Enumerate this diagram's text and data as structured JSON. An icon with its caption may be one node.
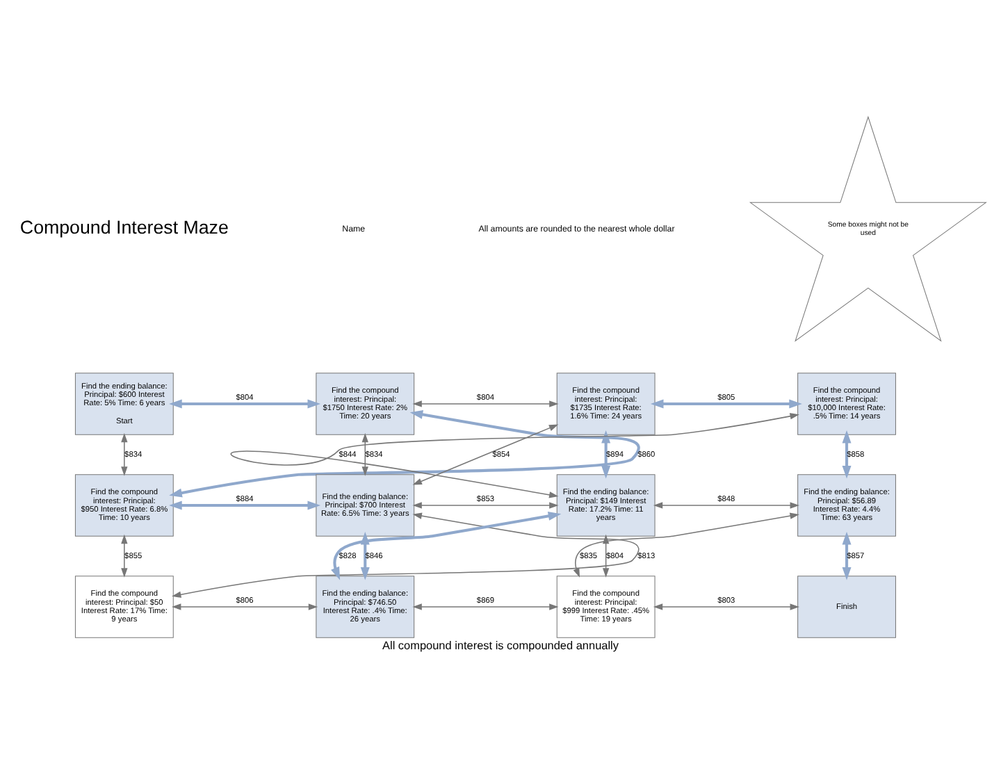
{
  "diagram": {
    "title": "Compound Interest Maze",
    "caption": "All compound interest is compounded annually",
    "nodes": [
      {
        "text": [
          "Find the ending balance: Principal: $600 Interest Rate: 5% Time: 6 years",
          "Start"
        ]
      },
      {
        "text": [
          "Find the compound interest: Principal: $1750 Interest Rate: 2% Time: 20 years"
        ]
      },
      {
        "text": [
          "Find the compound interest: Principal: $1735 Interest Rate: 1.6% Time: 24 years"
        ]
      },
      {
        "text": [
          "Find the compound interest: Principal: $10,000 Interest Rate: .5% Time: 14 years"
        ]
      },
      {
        "text": [
          "Find the compound interest: Principal: $950 Interest Rate: 6.8% Time: 10 years"
        ]
      },
      {
        "text": [
          "Find the ending balance: Principal: $700 Interest Rate: 6.5% Time: 3 years"
        ]
      },
      {
        "text": [
          "Find the ending balance: Principal: $149 Interest Rate: 17.2% Time: 11 years"
        ]
      },
      {
        "text": [
          "Find the ending balance: Principal: $56.89 Interest Rate: 4.4% Time: 63 years"
        ]
      },
      {
        "text": [
          "Find the compound interest: Principal: $50 Interest Rate: 17% Time: 9 years"
        ]
      },
      {
        "text": [
          "Find the ending balance: Principal: $746.50 Interest Rate: .4% Time: 26 years"
        ]
      },
      {
        "text": [
          "Find the compound interest: Principal: $999 Interest Rate: .45% Time: 19 years"
        ]
      },
      {
        "text": [
          "Finish"
        ]
      },
      {
        "text": [
          "Some boxes might not be used"
        ]
      }
    ],
    "edges": [
      {
        "from": 0,
        "to": 1,
        "arrow": "both",
        "label": "$804",
        "color": "#8fa8cc"
      },
      {
        "from": 1,
        "to": 2,
        "arrow": "both",
        "label": "$804"
      },
      {
        "from": 2,
        "to": 3,
        "arrow": "both",
        "label": "$805",
        "color": "#8fa8cc"
      },
      {
        "from": 0,
        "to": 4,
        "arrow": "both",
        "label": "$834"
      },
      {
        "from": 4,
        "to": 1,
        "arrow": "both",
        "label": "$860",
        "color": "#8fa8cc"
      },
      {
        "from": 1,
        "to": 5,
        "arrow": "both",
        "label": "$834"
      },
      {
        "from": 5,
        "to": 2,
        "arrow": "both",
        "label": "$854"
      },
      {
        "from": 2,
        "to": 6,
        "arrow": "both",
        "label": "$894",
        "color": "#8fa8cc"
      },
      {
        "from": 6,
        "to": 3,
        "arrow": "both",
        "label": "$844"
      },
      {
        "from": 3,
        "to": 7,
        "arrow": "both",
        "label": "$858",
        "color": "#8fa8cc"
      },
      {
        "from": 4,
        "to": 5,
        "arrow": "both",
        "label": "$884",
        "color": "#8fa8cc"
      },
      {
        "from": 5,
        "to": 6,
        "arrow": "both",
        "label": "$853"
      },
      {
        "from": 6,
        "to": 7,
        "arrow": "both",
        "label": "$848"
      },
      {
        "from": 4,
        "to": 8,
        "arrow": "both",
        "label": "$855"
      },
      {
        "from": 8,
        "to": 5,
        "arrow": "both",
        "label": "$813"
      },
      {
        "from": 5,
        "to": 9,
        "arrow": "both",
        "label": "$846",
        "color": "#8fa8cc"
      },
      {
        "from": 9,
        "to": 6,
        "arrow": "both",
        "label": "$828",
        "color": "#8fa8cc"
      },
      {
        "from": 6,
        "to": 10,
        "arrow": "both",
        "label": "$804"
      },
      {
        "from": 10,
        "to": 7,
        "arrow": "both",
        "label": "$835"
      },
      {
        "from": 7,
        "to": 11,
        "arrow": "both",
        "label": "$857",
        "color": "#8fa8cc"
      },
      {
        "from": 8,
        "to": 9,
        "arrow": "both",
        "label": "$806"
      },
      {
        "from": 9,
        "to": 10,
        "arrow": "both",
        "label": "$869"
      },
      {
        "from": 10,
        "to": 11,
        "arrow": "both",
        "label": "$803"
      }
    ],
    "labels": [
      "Name",
      "All amounts are rounded to the nearest whole dollar"
    ]
  }
}
